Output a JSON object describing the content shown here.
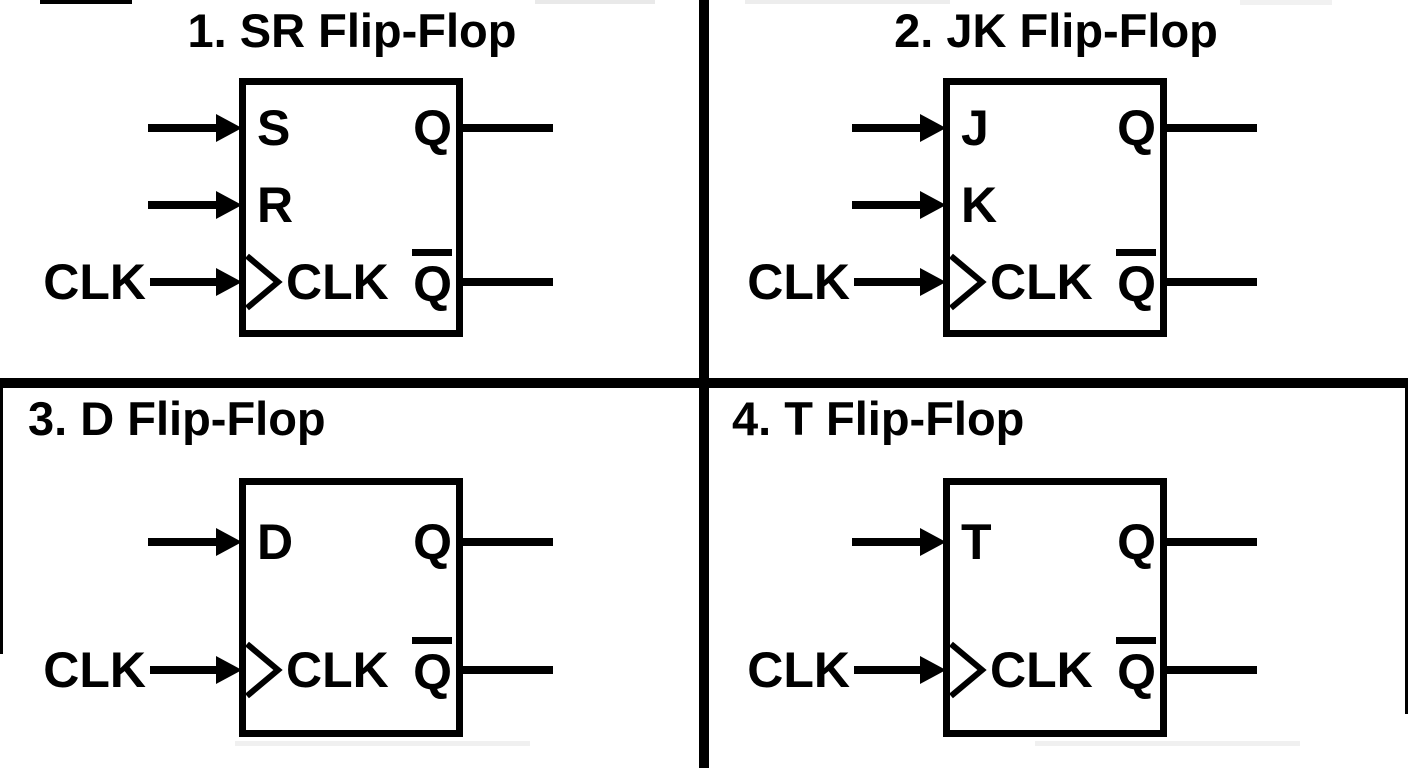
{
  "colors": {
    "background": "#ffffff",
    "foreground": "#000000"
  },
  "panels": [
    {
      "title": "1. SR Flip-Flop",
      "inputs": [
        "S",
        "R"
      ],
      "clock_input_label": "CLK",
      "clock_pin_label": "CLK",
      "outputs": [
        {
          "label": "Q",
          "overline": false
        },
        {
          "label": "Q",
          "overline": true
        }
      ]
    },
    {
      "title": "2. JK Flip-Flop",
      "inputs": [
        "J",
        "K"
      ],
      "clock_input_label": "CLK",
      "clock_pin_label": "CLK",
      "outputs": [
        {
          "label": "Q",
          "overline": false
        },
        {
          "label": "Q",
          "overline": true
        }
      ]
    },
    {
      "title": "3. D Flip-Flop",
      "inputs": [
        "D"
      ],
      "clock_input_label": "CLK",
      "clock_pin_label": "CLK",
      "outputs": [
        {
          "label": "Q",
          "overline": false
        },
        {
          "label": "Q",
          "overline": true
        }
      ]
    },
    {
      "title": "4. T Flip-Flop",
      "inputs": [
        "T"
      ],
      "clock_input_label": "CLK",
      "clock_pin_label": "CLK",
      "outputs": [
        {
          "label": "Q",
          "overline": false
        },
        {
          "label": "Q",
          "overline": true
        }
      ]
    }
  ]
}
